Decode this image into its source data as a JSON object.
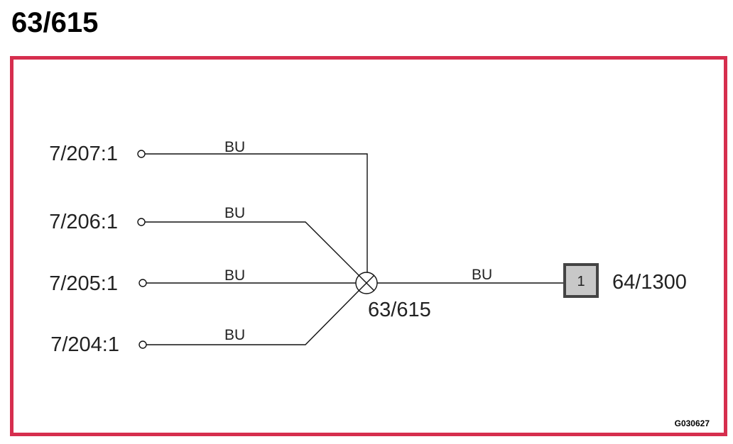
{
  "page": {
    "title": "63/615"
  },
  "colors": {
    "frame_border": "#d62e4e",
    "connector_fill": "#c8c8c8",
    "connector_border": "#444444"
  },
  "inputs": [
    {
      "terminal": "7/207:1",
      "wire_color": "BU"
    },
    {
      "terminal": "7/206:1",
      "wire_color": "BU"
    },
    {
      "terminal": "7/205:1",
      "wire_color": "BU"
    },
    {
      "terminal": "7/204:1",
      "wire_color": "BU"
    }
  ],
  "splice": {
    "label": "63/615",
    "icon": "splice-cross-circle-icon"
  },
  "output": {
    "wire_color": "BU",
    "connector_pin": "1",
    "connector_label": "64/1300"
  },
  "figure_code": "G030627"
}
